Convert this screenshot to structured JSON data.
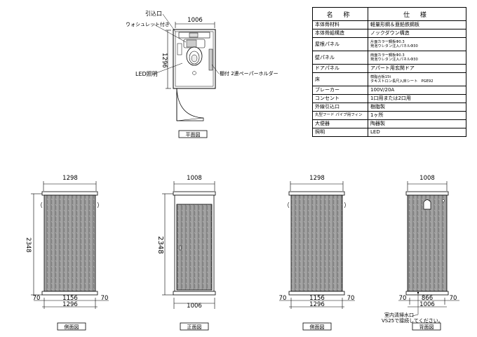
{
  "plan": {
    "width_dim": "1006",
    "depth_dim": "1296",
    "label_inlet": "引込口",
    "label_washlet": "ウォシュレット付き",
    "label_led": "LED照明",
    "label_paper": "棚付 2連ペーパーホルダー",
    "caption": "平面図"
  },
  "spec_table": {
    "header_name": "名 称",
    "header_spec": "仕 様",
    "rows": [
      {
        "name": "本体骨材料",
        "value": "軽量形鋼＆亜鉛鉄鋼板"
      },
      {
        "name": "本体骨組構造",
        "value": "ノックダウン構造"
      },
      {
        "name": "屋根パネル",
        "value": "片面カラー鋼板Φ0.3",
        "value2": "発泡ウレタン注入パネルΦ30"
      },
      {
        "name": "壁パネル",
        "value": "両面カラー鋼板Φ0.3",
        "value2": "発泡ウレタン注入パネルΦ30"
      },
      {
        "name": "ドアパネル",
        "value": "アパート用玄関ドア"
      },
      {
        "name": "床",
        "value": "樹脂合板15t",
        "value2": "タキストロン長尺入床シート　PGE92"
      },
      {
        "name": "ブレーカー",
        "value": "100V/20A"
      },
      {
        "name": "コンセント",
        "value": "1口用または2口用"
      },
      {
        "name": "外線引込口",
        "value": "樹脂製"
      },
      {
        "name": "丸型フード パイプ用フィン",
        "value": "1ヶ所"
      },
      {
        "name": "大便器",
        "value": "陶器製"
      },
      {
        "name": "照明",
        "value": "LED"
      }
    ]
  },
  "elevations": {
    "side1": {
      "top_dim": "1298",
      "height_dim": "2348",
      "bottom_dim": "1156",
      "bottom_total": "1296",
      "left_offset": "70",
      "right_offset": "70",
      "caption": "側面図"
    },
    "front": {
      "top_dim": "1008",
      "height_dim": "2348",
      "bottom_dim": "1006",
      "caption": "正面図"
    },
    "side2": {
      "top_dim": "1298",
      "bottom_dim": "1156",
      "bottom_total": "1296",
      "left_offset": "70",
      "right_offset": "70",
      "caption": "側面図"
    },
    "back": {
      "top_dim": "1008",
      "bottom_dim": "866",
      "bottom_total": "1006",
      "left_offset": "70",
      "right_offset": "70",
      "note1": "室内清掃水口",
      "note2": "VS25で接続してください。",
      "caption": "背面図"
    }
  }
}
